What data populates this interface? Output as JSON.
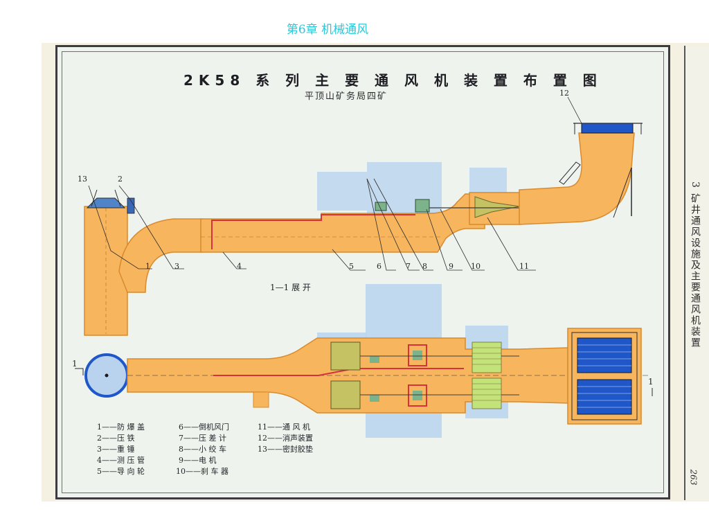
{
  "header": {
    "chapter_title": "第6章 机械通风"
  },
  "plate": {
    "title": "2K58 系 列 主 要 通 风 机 装 置 布 置 图",
    "subtitle": "平顶山矿务局四矿",
    "section_label": "1—1 展 开",
    "section_mark": "1",
    "spine_text": "3  矿井通风设施及主要通风机装置",
    "page_number": "263"
  },
  "callouts": [
    "1",
    "2",
    "3",
    "4",
    "5",
    "6",
    "7",
    "8",
    "9",
    "10",
    "11",
    "12",
    "13"
  ],
  "legend": {
    "col1": [
      "1——防 爆 盖",
      "2——压       铁",
      "3——重       锤",
      "4——测 压 管",
      "5——导 向 轮"
    ],
    "col2": [
      "6——倒机风门",
      "7——压 差 计",
      "8——小 绞 车",
      "9——电       机",
      "10——刹 车 器"
    ],
    "col3": [
      "11——通 风 机",
      "12——消声装置",
      "13——密封胶垫"
    ]
  },
  "colors": {
    "duct": "#f7b55e",
    "duct_edge": "#d98a2c",
    "building": "#b9d3ee",
    "equipment": "#c4c262",
    "silencer": "#1f57c9",
    "pipe_red": "#d6323c",
    "header_text": "#2cc7d6"
  }
}
